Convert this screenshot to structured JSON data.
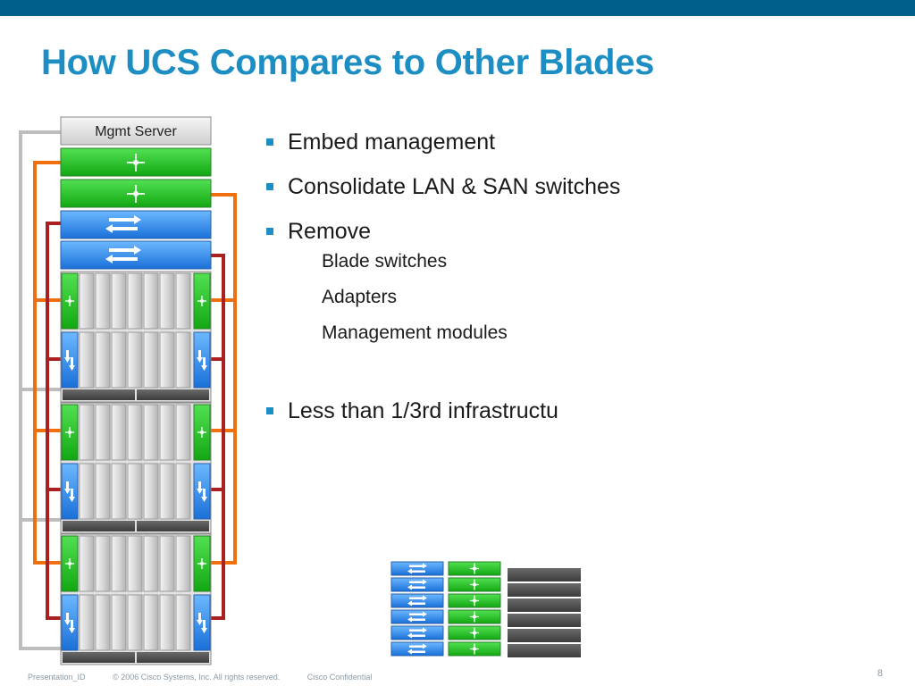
{
  "slide": {
    "title": "How UCS Compares to Other Blades",
    "diagram": {
      "mgmt_label": "Mgmt Server"
    },
    "bullets": [
      {
        "text": "Embed management",
        "subs": []
      },
      {
        "text": "Consolidate LAN & SAN switches",
        "subs": []
      },
      {
        "text": "Remove",
        "subs": [
          "Blade switches",
          "Adapters",
          "Management modules"
        ]
      },
      {
        "text": "Less than 1/3rd infrastructu",
        "subs": []
      }
    ],
    "footer": {
      "presentation_id": "Presentation_ID",
      "copyright": "© 2006 Cisco Systems, Inc. All rights reserved.",
      "confidential": "Cisco Confidential",
      "page_number": "8"
    },
    "colors": {
      "top_bar": "#00608a",
      "title": "#1d8ec3",
      "switch_green": "#1ec31e",
      "switch_blue": "#2e8ef0",
      "cable_orange": "#f07010",
      "cable_red": "#a82020",
      "cable_gray": "#b8b8b8"
    }
  }
}
